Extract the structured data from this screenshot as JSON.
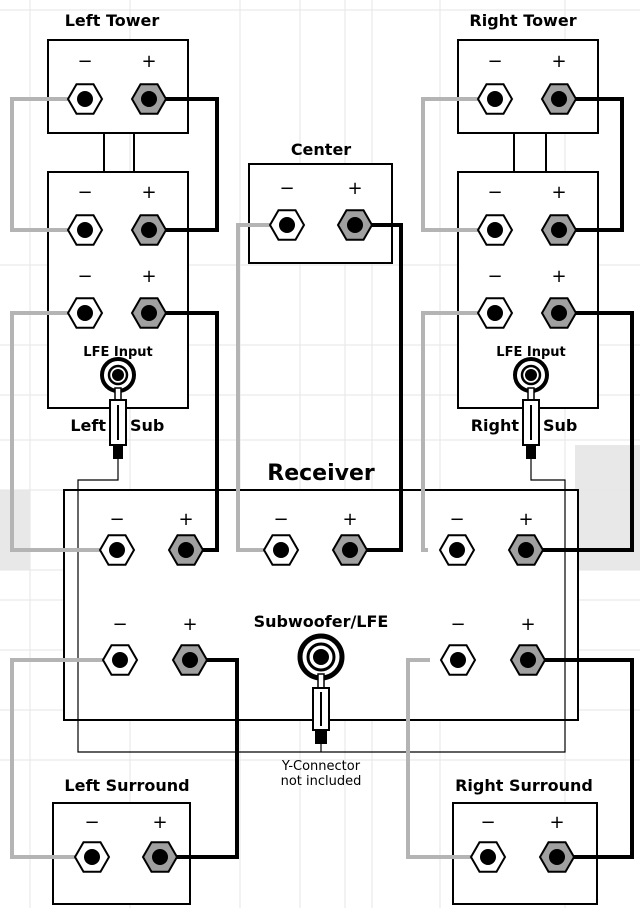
{
  "labels": {
    "left_tower": "Left Tower",
    "right_tower": "Right Tower",
    "center": "Center",
    "lfe_input_left": "LFE Input",
    "lfe_input_right": "LFE Input",
    "left_sub_left": "Left",
    "left_sub_right": "Sub",
    "right_sub_left": "Right",
    "right_sub_right": "Sub",
    "receiver": "Receiver",
    "subwoofer_lfe": "Subwoofer/LFE",
    "y_connector_line1": "Y-Connector",
    "y_connector_line2": "not included",
    "left_surround": "Left Surround",
    "right_surround": "Right Surround"
  },
  "terminals": {
    "minus": "−",
    "plus": "+"
  },
  "colors": {
    "negative_wire": "#b4b4b4",
    "positive_wire": "#000000",
    "positive_terminal_fill": "#a0a0a0",
    "grid_line": "#e6e6e6",
    "background_block": "#e8e8e8"
  }
}
